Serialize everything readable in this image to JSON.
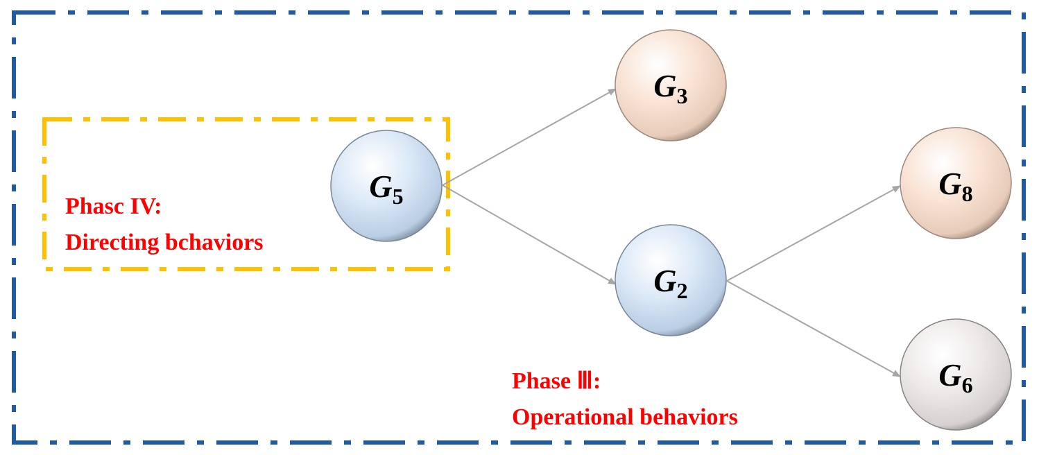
{
  "colors": {
    "outer_frame": "#1f5aa6",
    "inner_frame": "#ffc000",
    "phase_text": "#ff0000",
    "arrow": "#a6a6a6",
    "node_blue": "#dce9f7",
    "node_peach": "#f9e4d6",
    "node_gray": "#efeaea"
  },
  "phases": {
    "phase_iv": {
      "line1": "Phasc IV:",
      "line2": "Directing bchaviors"
    },
    "phase_iii": {
      "line1": "Phase Ⅲ:",
      "line2": "Operational behaviors"
    }
  },
  "nodes": [
    {
      "id": "G5",
      "symbol": "G",
      "subscript": "5",
      "tone": "blue"
    },
    {
      "id": "G3",
      "symbol": "G",
      "subscript": "3",
      "tone": "peach"
    },
    {
      "id": "G2",
      "symbol": "G",
      "subscript": "2",
      "tone": "blue"
    },
    {
      "id": "G8",
      "symbol": "G",
      "subscript": "8",
      "tone": "peach"
    },
    {
      "id": "G6",
      "symbol": "G",
      "subscript": "6",
      "tone": "gray"
    }
  ],
  "edges": [
    {
      "from": "G5",
      "to": "G3"
    },
    {
      "from": "G5",
      "to": "G2"
    },
    {
      "from": "G2",
      "to": "G8"
    },
    {
      "from": "G2",
      "to": "G6"
    }
  ]
}
